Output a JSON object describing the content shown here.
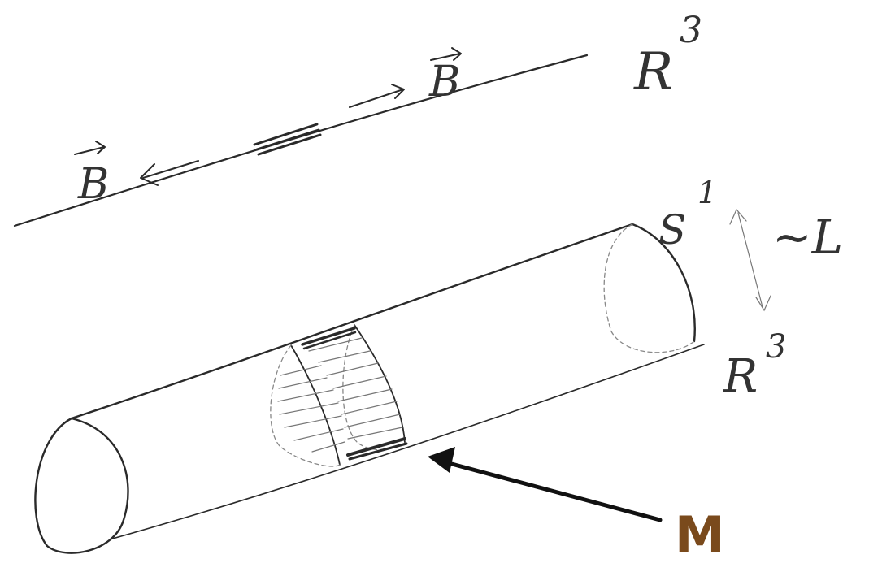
{
  "labels": {
    "r3_top": {
      "base": "R",
      "exp": "3"
    },
    "b_right": "B",
    "b_left": "B",
    "s1": {
      "base": "S",
      "exp": "1"
    },
    "scale": "~L",
    "r3_bottom": {
      "base": "R",
      "exp": "3"
    },
    "m": "M"
  },
  "colors": {
    "ink": "#2a2a2a",
    "pencil": "#777777",
    "m_label": "#7a4a1c",
    "arrow": "#111111"
  }
}
